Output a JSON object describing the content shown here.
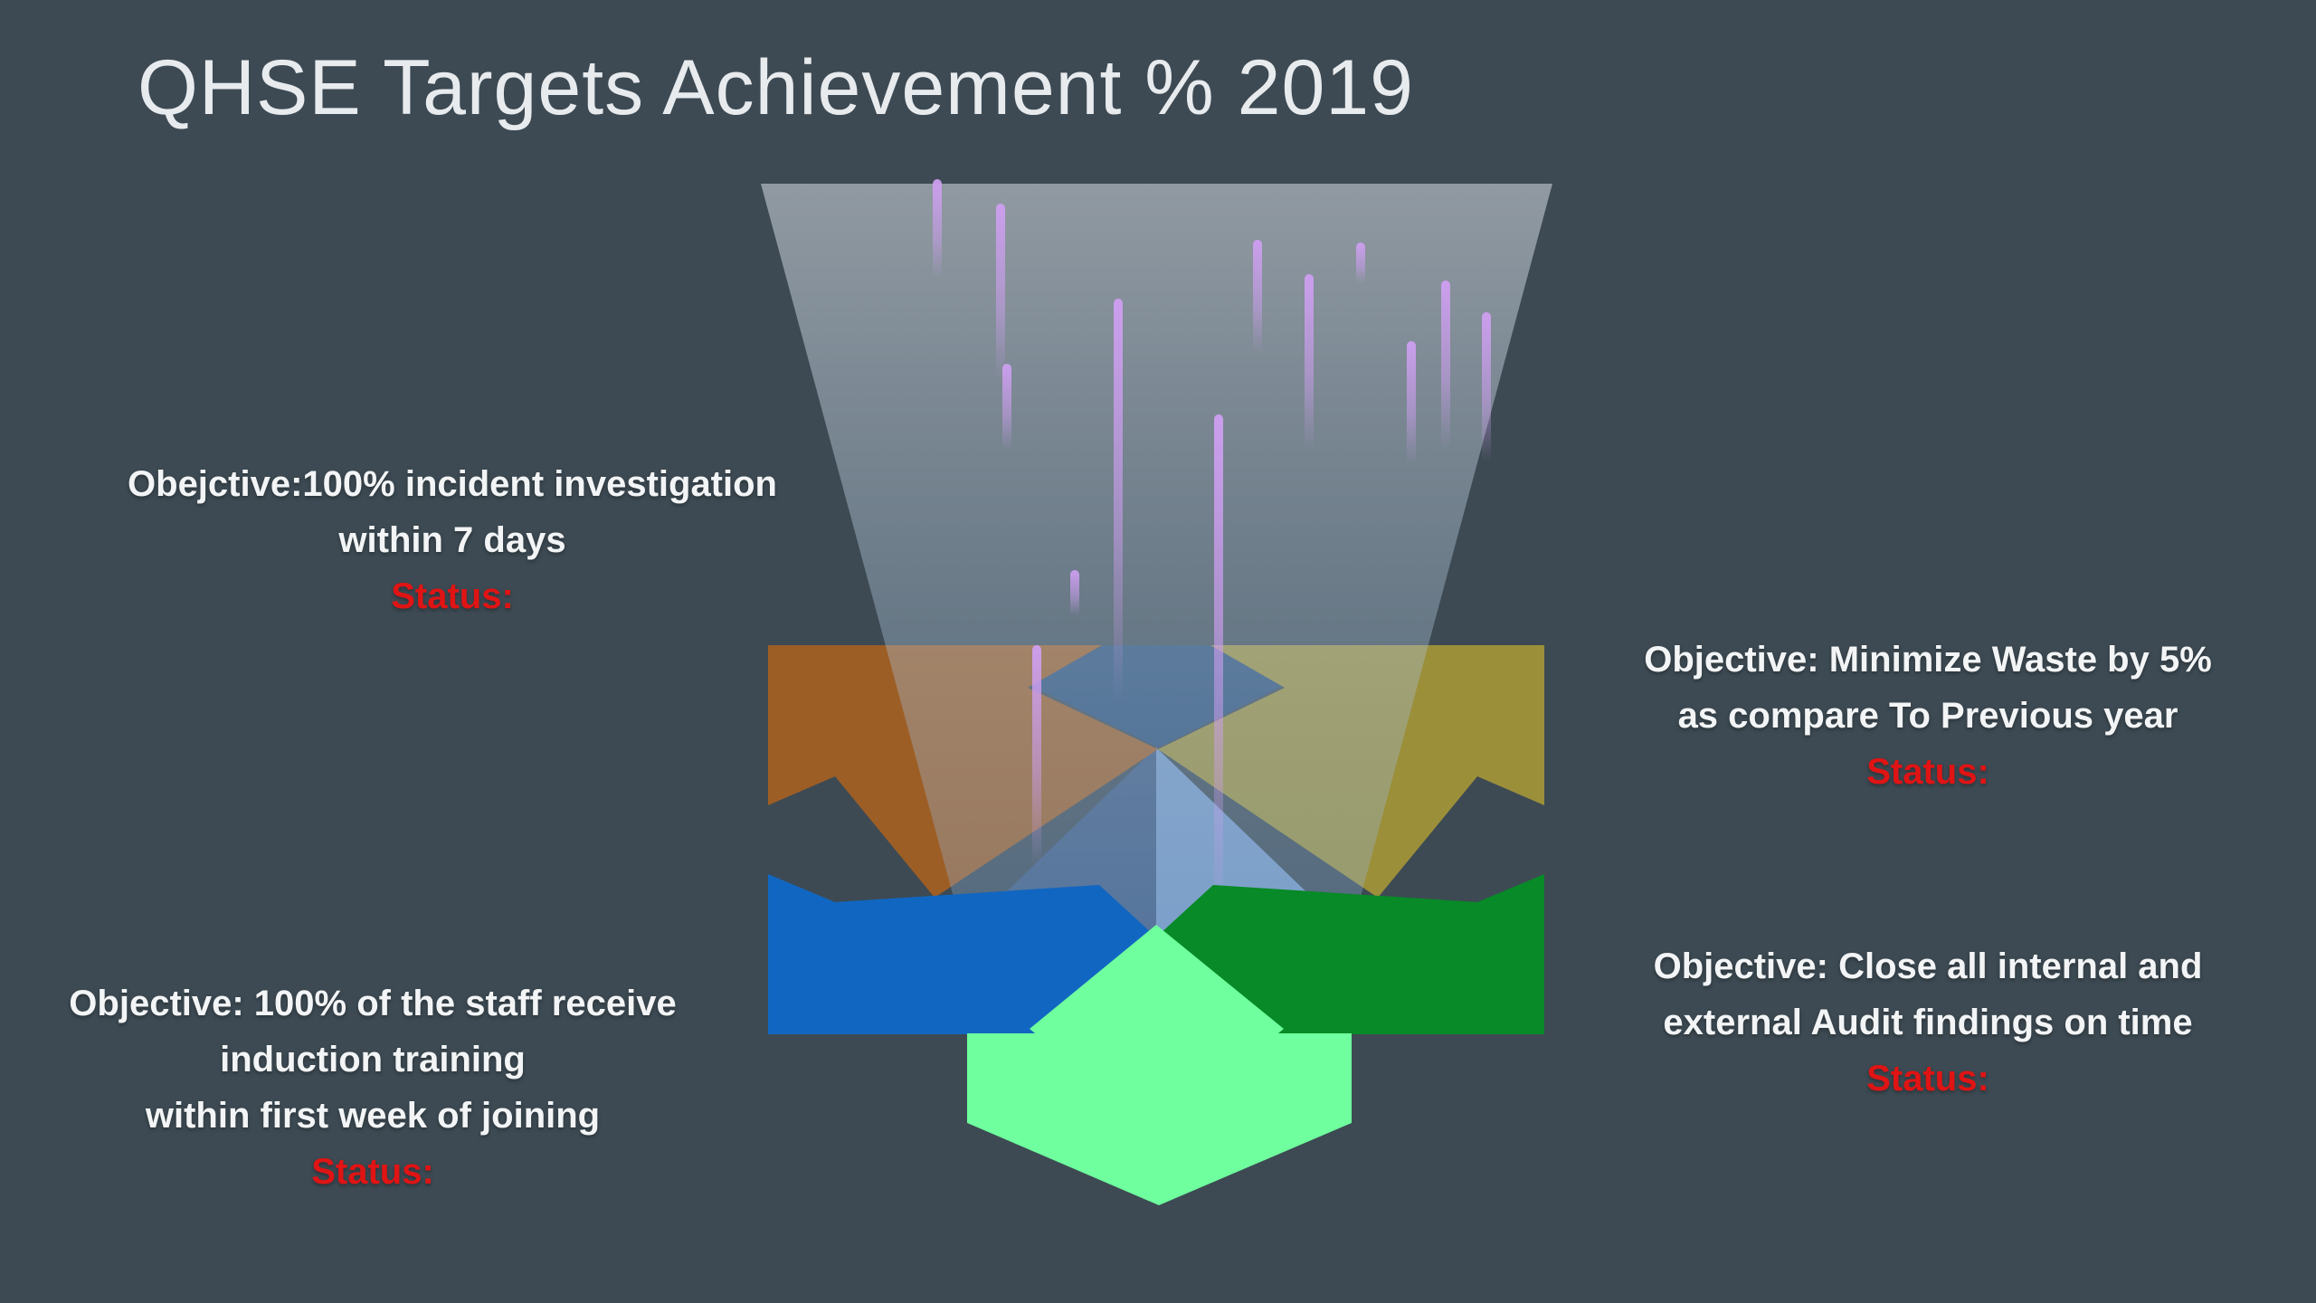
{
  "slide": {
    "title": "QHSE Targets Achievement % 2019"
  },
  "objectives": [
    {
      "id": "incident-investigation",
      "text": "Obejctive:100% incident investigation\nwithin 7 days",
      "status_label": "Status:"
    },
    {
      "id": "minimize-waste",
      "text": "Objective: Minimize Waste by 5%\nas compare To Previous year",
      "status_label": "Status:"
    },
    {
      "id": "induction-training",
      "text": "Objective: 100% of the staff receive\ninduction training\nwithin first week of joining",
      "status_label": "Status:"
    },
    {
      "id": "audit-findings",
      "text": "Objective: Close all internal and\nexternal Audit findings on time",
      "status_label": "Status:"
    }
  ],
  "palette": {
    "background": "#3d4a53",
    "title_color": "#e8ebee",
    "text_color": "#f2f4f5",
    "status_red": "#e01414",
    "funnel_top": "#e4e9f0",
    "funnel_mid": "#a9c0d6",
    "funnel_bottom": "#7fb0e0",
    "streak_purple": "#cf9ff2",
    "chevron_orange": "#9d5e26",
    "chevron_olive": "#9c8f3a",
    "navy_diamond": "#2d5078",
    "diamond_left_half": "#405a80",
    "diamond_right_half": "#7697c2",
    "chevron_blue": "#1166c1",
    "chevron_green": "#078a27",
    "mint_green": "#6fff9e"
  }
}
